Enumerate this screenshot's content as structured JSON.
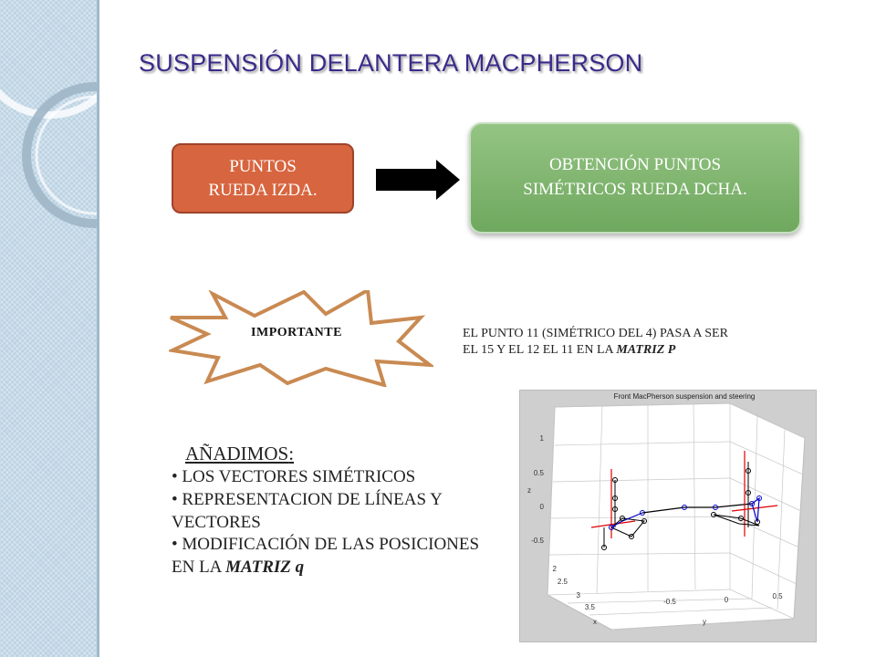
{
  "slide": {
    "title": "SUSPENSIÓN DELANTERA MACPHERSON",
    "left_box": {
      "line1": "PUNTOS",
      "line2": "RUEDA  IZDA."
    },
    "right_box": {
      "line1": "OBTENCIÓN PUNTOS",
      "line2": "SIMÉTRICOS RUEDA DCHA."
    },
    "burst_label": "IMPORTANTE",
    "note": {
      "line1": "EL PUNTO 11 (SIMÉTRICO DEL 4) PASA A SER",
      "line2_prefix": "EL 15 Y EL 12 EL 11 EN LA ",
      "line2_em": "MATRIZ P"
    },
    "list": {
      "heading": "AÑADIMOS",
      "heading_suffix": ":",
      "items": [
        "• LOS VECTORES SIMÉTRICOS",
        "• REPRESENTACION DE LÍNEAS Y VECTORES",
        "• MODIFICACIÓN DE LAS POSICIONES EN LA "
      ],
      "last_em": "MATRIZ q"
    },
    "plot": {
      "title": "Front MacPherson suspension and steering",
      "z_label": "z",
      "x_label": "x",
      "y_label": "y",
      "z_ticks": [
        "1",
        "0.5",
        "0",
        "-0.5"
      ],
      "x_ticks": [
        "2",
        "2.5",
        "3",
        "3.5"
      ],
      "y_ticks": [
        "-0.5",
        "0",
        "0.5"
      ]
    }
  }
}
